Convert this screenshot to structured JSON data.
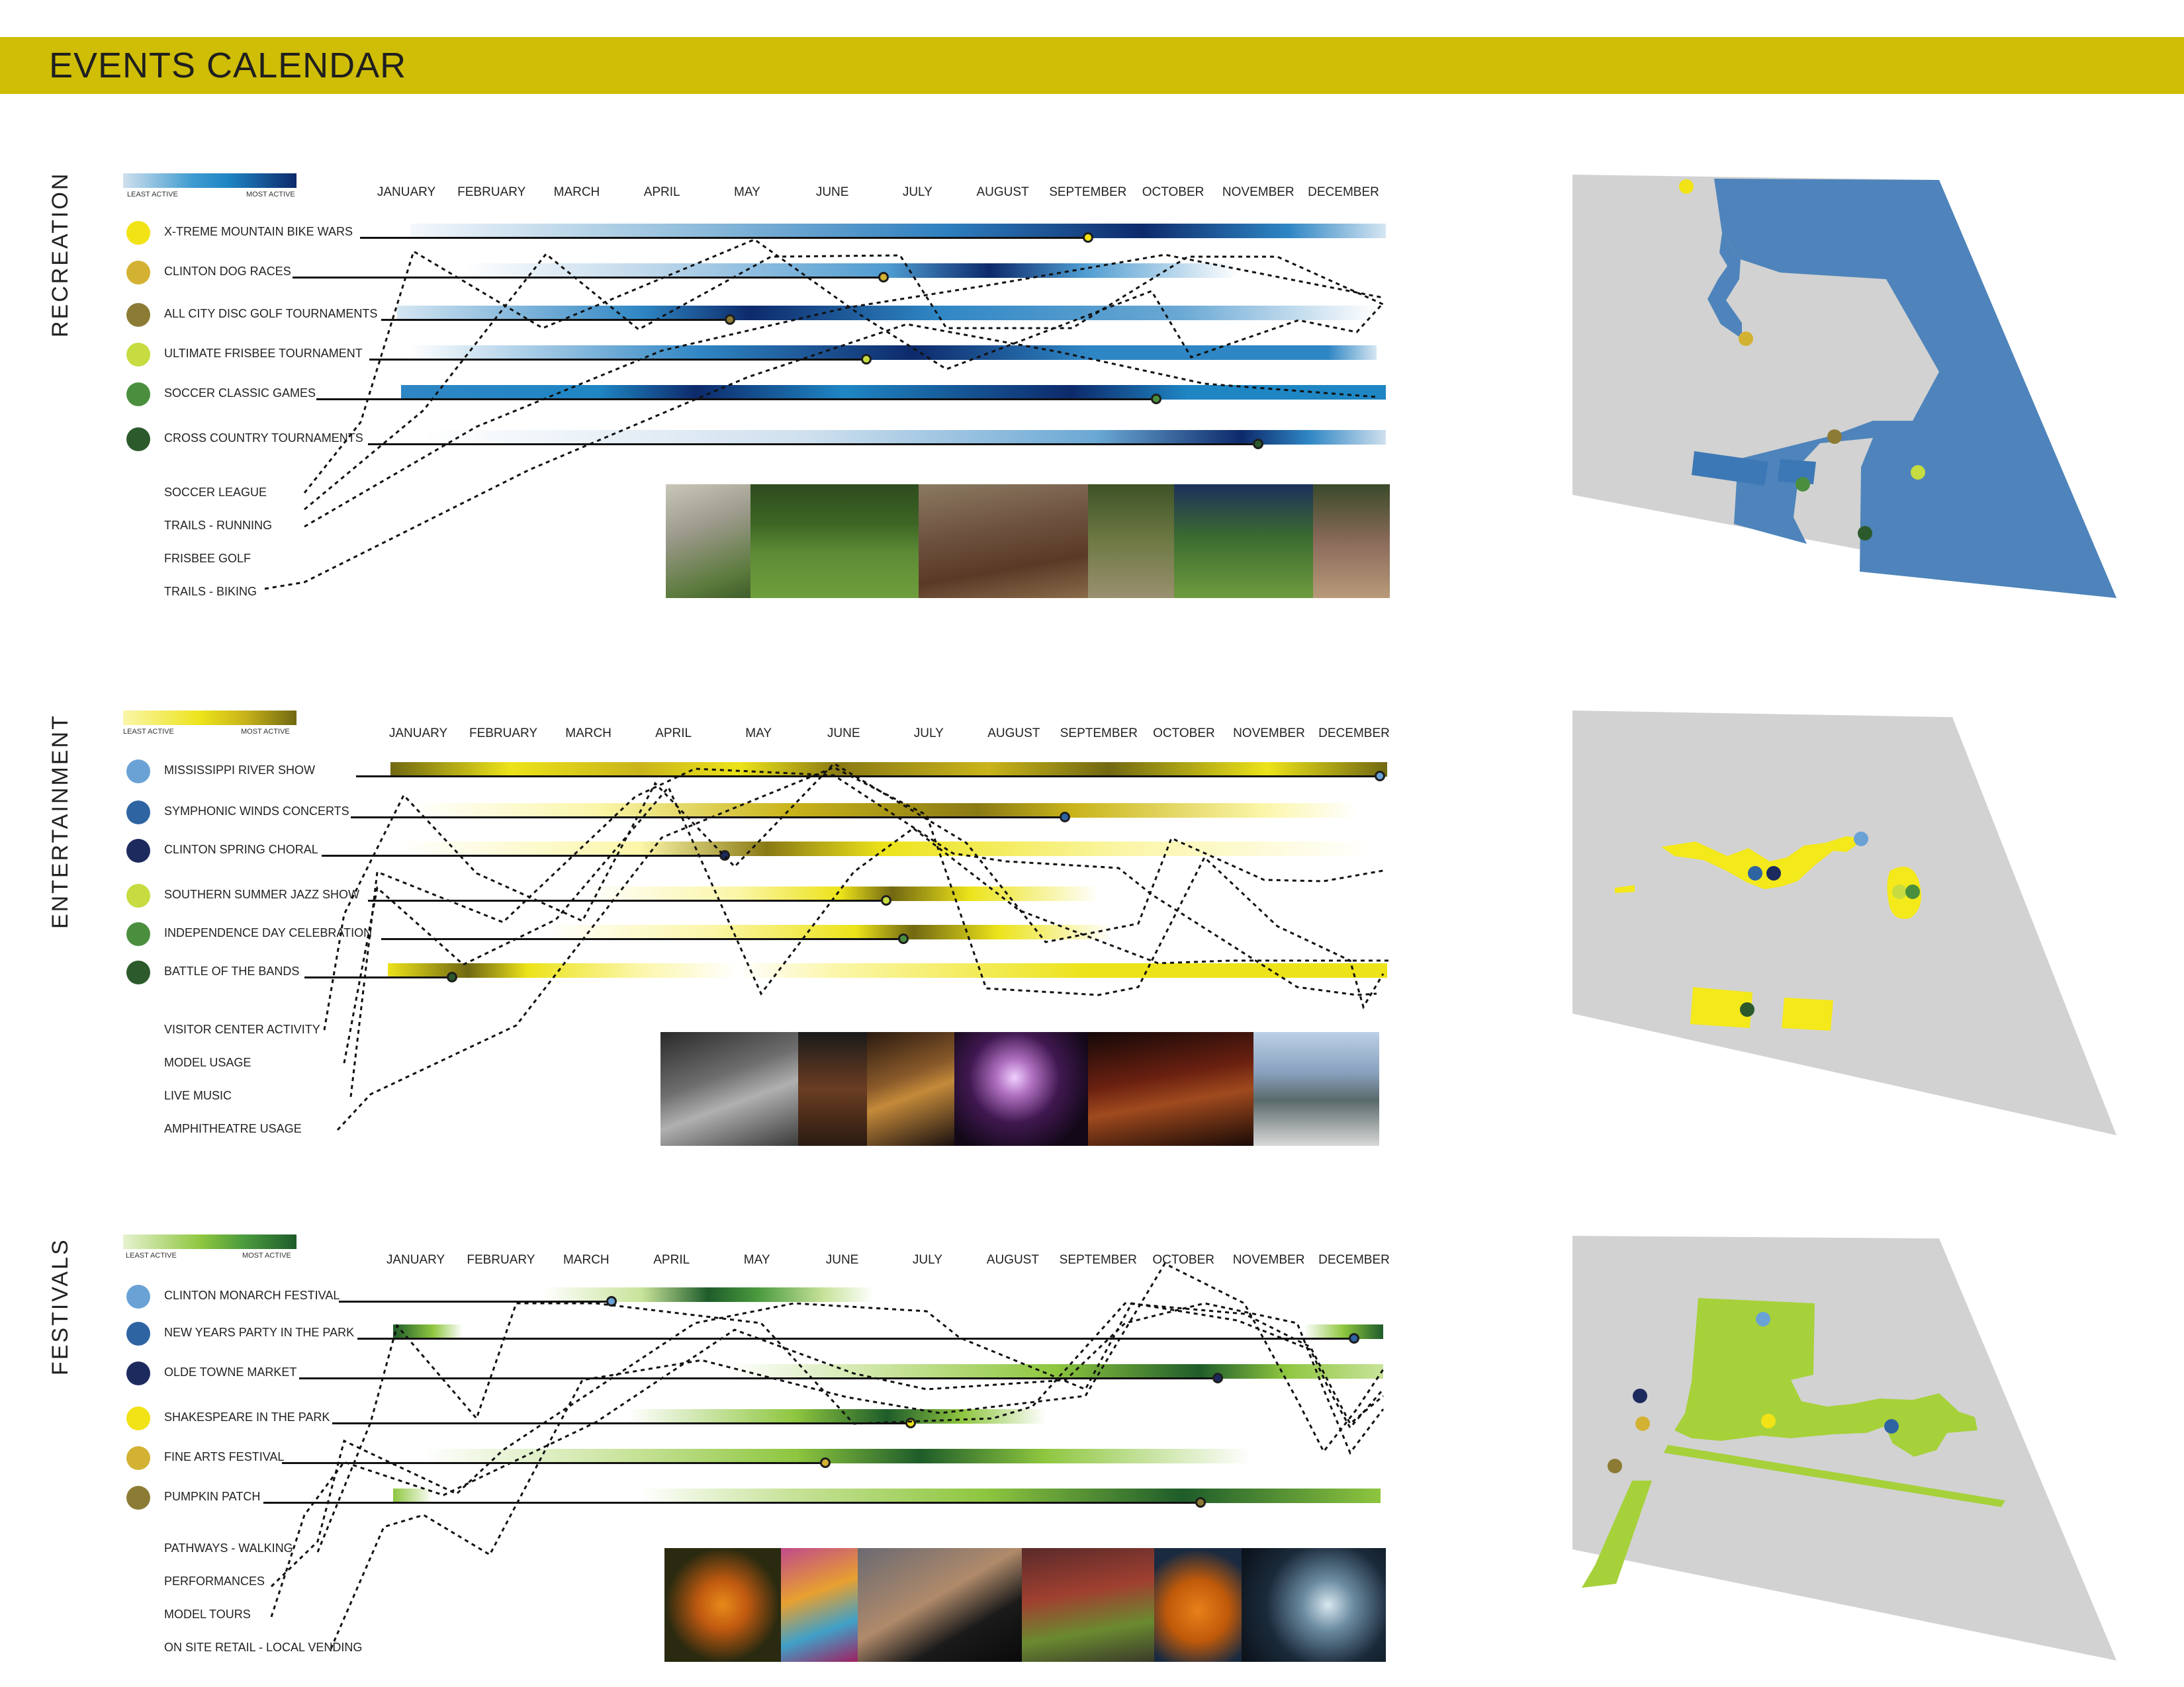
{
  "header": {
    "title": "EVENTS CALENDAR"
  },
  "legend": {
    "least": "LEAST ACTIVE",
    "most": "MOST ACTIVE"
  },
  "months": [
    "JANUARY",
    "FEBRUARY",
    "MARCH",
    "APRIL",
    "MAY",
    "JUNE",
    "JULY",
    "AUGUST",
    "SEPTEMBER",
    "OCTOBER",
    "NOVEMBER",
    "DECEMBER"
  ],
  "colors": {
    "header": "#cfbd06",
    "recreation_dark": "#0d2a6b",
    "recreation_mid": "#1f86c4",
    "recreation_light": "#ffffff",
    "entertainment_dark": "#716812",
    "entertainment_mid": "#ece31a",
    "entertainment_light": "#fffde0",
    "festivals_dark": "#1e5c2a",
    "festivals_mid": "#8ec63f",
    "festivals_light": "#ffffff",
    "map_base": "#d2d2d2",
    "map_water": "#4e84bb",
    "map_yellow": "#f4e91a",
    "map_green": "#a6d13a"
  },
  "sections": [
    {
      "id": "recreation",
      "label": "RECREATION",
      "events": [
        {
          "name": "X-TREME MOUNTAIN BIKE WARS",
          "color": "#f1e315",
          "peak_month": 9
        },
        {
          "name": "CLINTON DOG RACES",
          "color": "#d3b233",
          "peak_month": 6.6
        },
        {
          "name": "ALL CITY DISC GOLF TOURNAMENTS",
          "color": "#8c7b34",
          "peak_month": 4.8
        },
        {
          "name": "ULTIMATE FRISBEE TOURNAMENT",
          "color": "#c6dc41",
          "peak_month": 6.4
        },
        {
          "name": "SOCCER CLASSIC GAMES",
          "color": "#4a8f3e",
          "peak_month": 9.8
        },
        {
          "name": "CROSS COUNTRY TOURNAMENTS",
          "color": "#2c5a2c",
          "peak_month": 11
        }
      ],
      "activities": [
        "SOCCER LEAGUE",
        "TRAILS - RUNNING",
        "FRISBEE GOLF",
        "TRAILS - BIKING"
      ],
      "photos": [
        "disc-golf-photo",
        "frisbee-photo",
        "dog-race-photo",
        "mountain-bike-photo",
        "soccer-photo",
        "running-photo"
      ]
    },
    {
      "id": "entertainment",
      "label": "ENTERTAINMENT",
      "events": [
        {
          "name": "MISSISSIPPI RIVER SHOW",
          "color": "#6aa2d6",
          "peak_month": 12.3
        },
        {
          "name": "SYMPHONIC WINDS  CONCERTS",
          "color": "#2f64a3",
          "peak_month": 8.6
        },
        {
          "name": "CLINTON SPRING CHORAL",
          "color": "#1c2a5e",
          "peak_month": 4.6
        },
        {
          "name": "SOUTHERN SUMMER JAZZ SHOW",
          "color": "#c6dc41",
          "peak_month": 6.5
        },
        {
          "name": "INDEPENDENCE DAY CELEBRATION",
          "color": "#4a8f3e",
          "peak_month": 6.7
        },
        {
          "name": "BATTLE OF THE BANDS",
          "color": "#2c5a2c",
          "peak_month": 1.4
        }
      ],
      "activities": [
        "VISITOR CENTER ACTIVITY",
        "MODEL USAGE",
        "LIVE MUSIC",
        "AMPHITHEATRE USAGE"
      ],
      "photos": [
        "marching-band-photo",
        "choir-photo",
        "trumpet-photo",
        "fireworks-photo",
        "cello-photo",
        "amphitheatre-photo"
      ]
    },
    {
      "id": "festivals",
      "label": "FESTIVALS",
      "events": [
        {
          "name": "CLINTON MONARCH FESTIVAL",
          "color": "#6aa2d6",
          "peak_month": 3.3
        },
        {
          "name": "NEW YEARS PARTY IN THE PARK",
          "color": "#2f64a3",
          "peak_month": 12
        },
        {
          "name": "OLDE TOWNE MARKET",
          "color": "#1c2a5e",
          "peak_month": 10.4
        },
        {
          "name": "SHAKESPEARE IN THE PARK",
          "color": "#f1e315",
          "peak_month": 6.8
        },
        {
          "name": "FINE ARTS FESTIVAL",
          "color": "#d3b233",
          "peak_month": 5.8
        },
        {
          "name": "PUMPKIN PATCH",
          "color": "#8c7b34",
          "peak_month": 10.2
        }
      ],
      "activities": [
        "PATHWAYS - WALKING",
        "PERFORMANCES",
        "MODEL TOURS",
        "ON SITE RETAIL - LOCAL VENDING"
      ],
      "photos": [
        "butterfly-photo",
        "painting-photo",
        "actor-photo",
        "market-photo",
        "pumpkin-photo",
        "champagne-photo"
      ]
    }
  ]
}
